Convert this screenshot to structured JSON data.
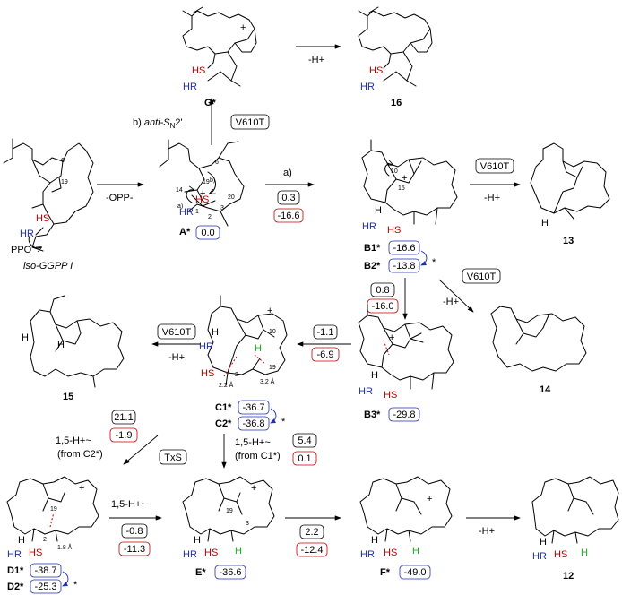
{
  "colors": {
    "black": "#000000",
    "red": "#c00000",
    "blue": "#1f2fb0",
    "green": "#19b51b"
  },
  "compounds": {
    "iso_ggpp": {
      "label": "iso-GGPP I",
      "atoms": [
        "HS",
        "HR",
        "PPO"
      ],
      "numbers": [
        "6",
        "19"
      ]
    },
    "A": {
      "label": "A*",
      "energy": "0.0",
      "numbers": [
        "14",
        "19",
        "6",
        "20",
        "1",
        "2",
        "3"
      ],
      "atoms": [
        "HS",
        "HR",
        "+"
      ],
      "arrow_labels": [
        "a)",
        "b)"
      ]
    },
    "G": {
      "label": "G*",
      "atoms": [
        "HS",
        "HR",
        "+"
      ]
    },
    "16": {
      "label": "16",
      "atoms": [
        "HS",
        "HR"
      ]
    },
    "B1": {
      "label": "B1*",
      "energy": "-16.6",
      "numbers": [
        "10",
        "15"
      ],
      "atoms": [
        "+",
        "H",
        "HR",
        "HS"
      ]
    },
    "B2": {
      "label": "B2*",
      "energy": "-13.8"
    },
    "13": {
      "label": "13",
      "atoms": [
        "H"
      ]
    },
    "14": {
      "label": "14"
    },
    "B3": {
      "label": "B3*",
      "energy": "-29.8",
      "atoms": [
        "+",
        "H",
        "HR",
        "HS"
      ]
    },
    "C1": {
      "label": "C1*",
      "energy": "-36.7",
      "numbers": [
        "10",
        "19",
        "2"
      ],
      "atoms": [
        "H",
        "HR",
        "HS",
        "H",
        "+"
      ],
      "distances": [
        "2.2 Å",
        "3.2 Å"
      ]
    },
    "C2": {
      "label": "C2*",
      "energy": "-36.8"
    },
    "15": {
      "label": "15",
      "atoms": [
        "H",
        "H"
      ]
    },
    "D1": {
      "label": "D1*",
      "energy": "-38.7",
      "numbers": [
        "19",
        "2"
      ],
      "atoms": [
        "H",
        "HR",
        "HS",
        "+"
      ],
      "distances": [
        "1.8 Å"
      ]
    },
    "D2": {
      "label": "D2*",
      "energy": "-25.3"
    },
    "E": {
      "label": "E*",
      "energy": "-36.6",
      "numbers": [
        "19",
        "3"
      ],
      "atoms": [
        "H",
        "HR",
        "HS",
        "H",
        "+"
      ]
    },
    "F": {
      "label": "F*",
      "energy": "-49.0",
      "atoms": [
        "H",
        "HR",
        "HS",
        "H",
        "+"
      ]
    },
    "12": {
      "label": "12",
      "atoms": [
        "H",
        "HR",
        "HS",
        "H"
      ]
    }
  },
  "steps": {
    "iso_to_A": {
      "label": "-OPP-"
    },
    "A_to_G": {
      "label_prefix": "b)",
      "label_italic": "anti-S",
      "label_sub": "N",
      "label_suffix": "2'",
      "enzyme": "V610T"
    },
    "G_to_16": {
      "label": "-H+"
    },
    "A_to_B": {
      "label": "a)",
      "barrier": "0.3",
      "reaction": "-16.6"
    },
    "B_to_13": {
      "enzyme": "V610T",
      "label": "-H+"
    },
    "B_to_B3": {
      "barrier": "0.8",
      "reaction": "-16.0"
    },
    "B_to_14": {
      "enzyme": "V610T",
      "label": "-H+"
    },
    "B3_to_C": {
      "barrier": "-1.1",
      "reaction": "-6.9"
    },
    "C_to_15": {
      "enzyme": "V610T",
      "label": "-H+"
    },
    "C_to_D": {
      "barrier": "21.1",
      "reaction": "-1.9",
      "shift": "1,5-H+~",
      "source": "(from C2*)",
      "enzyme": "TxS"
    },
    "C_to_E": {
      "barrier": "5.4",
      "reaction": "0.1",
      "shift": "1,5-H+~",
      "source": "(from C1*)"
    },
    "D_to_E": {
      "shift": "1,5-H+~",
      "barrier": "-0.8",
      "reaction": "-11.3"
    },
    "E_to_F": {
      "barrier": "2.2",
      "reaction": "-12.4"
    },
    "F_to_12": {
      "label": "-H+"
    }
  },
  "conformer_star": "*"
}
